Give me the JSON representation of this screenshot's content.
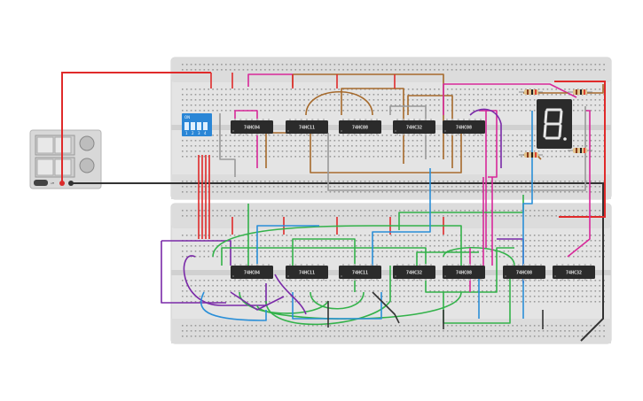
{
  "colors": {
    "background": "#ffffff",
    "breadboard": "#e4e4e4",
    "breadboard_rail": "#d9d9d9",
    "chip": "#2b2b2b",
    "wire_red": "#e02a2a",
    "wire_black": "#333333",
    "wire_magenta": "#d8289a",
    "wire_brown": "#a66a2c",
    "wire_green": "#33b24a",
    "wire_blue": "#2a8fd8",
    "wire_purple": "#7a2aa8",
    "wire_gray": "#9a9a9a",
    "dip_switch": "#2a86d6",
    "seven_segment": "#2b2b2b",
    "power_supply": "#d8d8d8"
  },
  "top_board": {
    "chips": [
      {
        "label": "74HC04"
      },
      {
        "label": "74HC11"
      },
      {
        "label": "74HC08"
      },
      {
        "label": "74HC32"
      },
      {
        "label": "74HC08"
      }
    ],
    "dip_switch": {
      "label": "ON",
      "positions": [
        "1",
        "2",
        "3",
        "4"
      ]
    },
    "display": {
      "digit": "8"
    }
  },
  "bottom_board": {
    "chips": [
      {
        "label": "74HC04"
      },
      {
        "label": "74HC11"
      },
      {
        "label": "74HC11"
      },
      {
        "label": "74HC32"
      },
      {
        "label": "74HC08"
      },
      {
        "label": "74HC08"
      },
      {
        "label": "74HC32"
      }
    ]
  },
  "power_supply": {
    "button_label": "off",
    "icon": "power-supply-icon"
  }
}
